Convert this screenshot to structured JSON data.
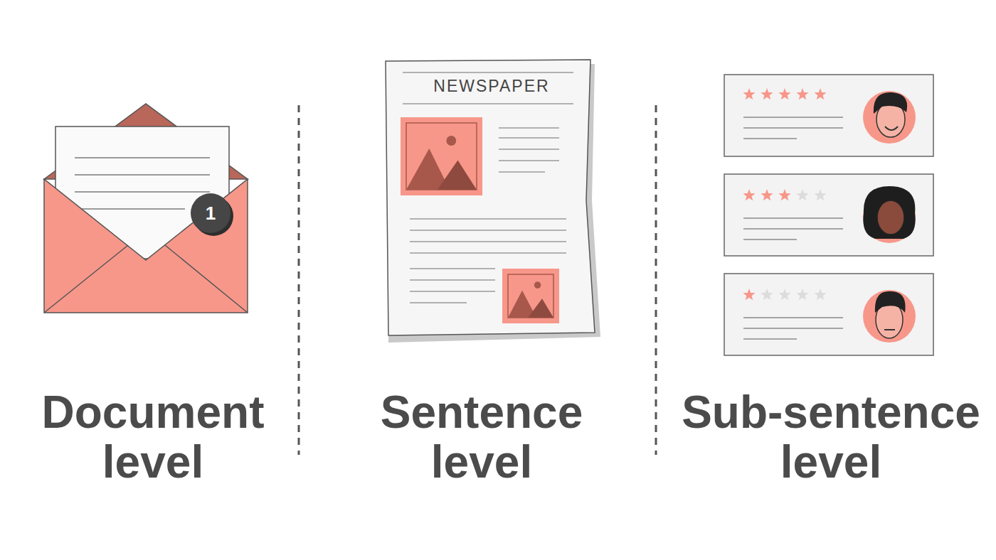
{
  "diagram": {
    "nodes": [
      {
        "text": [
          "1"
        ]
      },
      {
        "text": [
          "NEWSPAPER"
        ]
      }
    ],
    "labels": [
      "Document level",
      "Sentence level",
      "Sub-sentence level"
    ]
  }
}
